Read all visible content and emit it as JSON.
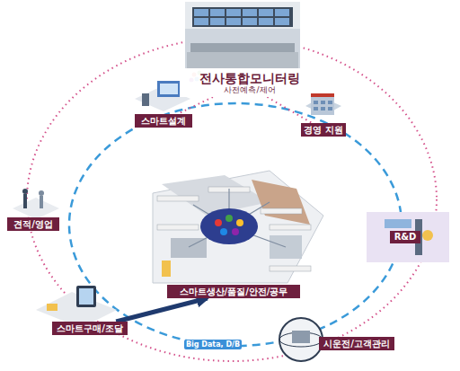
{
  "diagram": {
    "nodes": [
      {
        "text": [
          "전사통합모니터링",
          "사전예측/제어"
        ]
      },
      {
        "text": [
          "스마트설계"
        ]
      },
      {
        "text": [
          "경영 지원"
        ]
      },
      {
        "text": [
          "견적/영업"
        ]
      },
      {
        "text": [
          "R&D"
        ]
      },
      {
        "text": [
          "스마트생산/품질/안전/공무"
        ]
      },
      {
        "text": [
          "스마트구매/조달"
        ]
      },
      {
        "text": [
          "시운전/고객관리"
        ]
      }
    ],
    "edges": [
      {
        "from": 0,
        "to": 1,
        "arrow": "none"
      },
      {
        "from": 0,
        "to": 2,
        "arrow": "none"
      },
      {
        "from": 6,
        "to": 5,
        "arrow": "to"
      }
    ],
    "labels": [
      "Big Data, D/B"
    ]
  }
}
